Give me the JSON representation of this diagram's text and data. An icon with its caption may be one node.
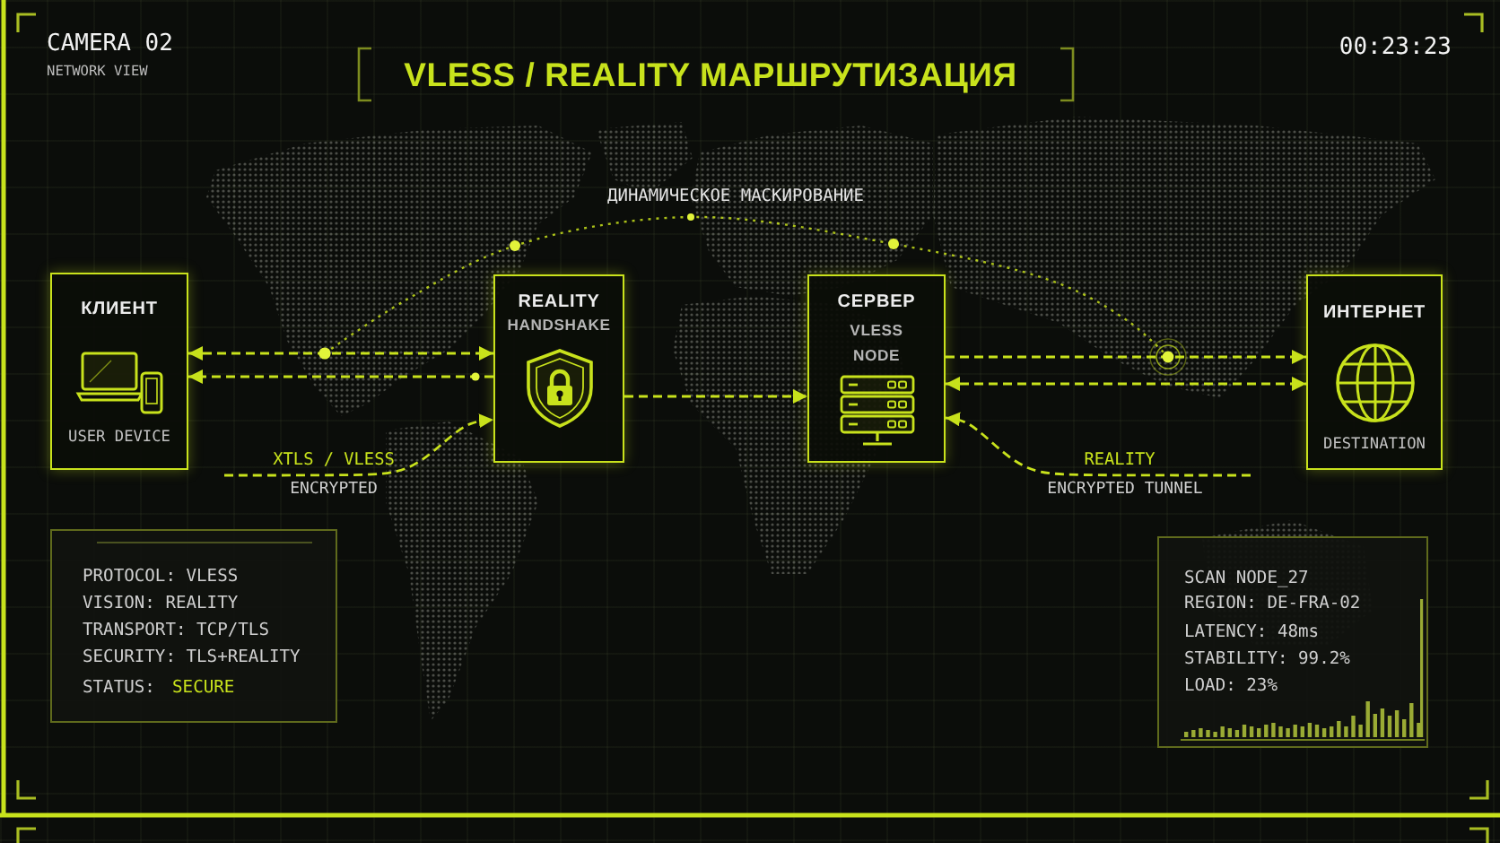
{
  "diagram": {
    "title": "VLESS / REALITY МАРШРУТИЗАЦИЯ",
    "nodes": [
      {
        "text": [
          "КЛИЕНТ",
          "USER DEVICE"
        ]
      },
      {
        "text": [
          "REALITY",
          "HANDSHAKE"
        ]
      },
      {
        "text": [
          "СЕРВЕР",
          "VLESS NODE"
        ]
      },
      {
        "text": [
          "ИНТЕРНЕТ",
          "DESTINATION"
        ]
      },
      {
        "text": [
          "PROTOCOL: VLESS",
          "VISION: REALITY",
          "TRANSPORT: TCP/TLS",
          "SECURITY: TLS+REALITY",
          "STATUS:",
          "SECURE"
        ]
      },
      {
        "text": [
          "SCAN NODE_27",
          "REGION: DE-FRA-02",
          "LATENCY: 48ms",
          "STABILITY: 99.2%",
          "LOAD: 23%"
        ]
      }
    ],
    "edges": [
      {
        "from": 0,
        "to": 1,
        "arrow": "both",
        "style": "dashed"
      },
      {
        "from": 1,
        "to": 0,
        "arrow": "to",
        "style": "dashed"
      },
      {
        "from": null,
        "to": 1,
        "arrow": "to",
        "label": "XTLS / VLESS",
        "style": "dashed"
      },
      {
        "from": 1,
        "to": 2,
        "arrow": "to",
        "style": "dashed"
      },
      {
        "from": 2,
        "to": 3,
        "arrow": "to",
        "style": "dashed"
      },
      {
        "from": 2,
        "to": 3,
        "arrow": "both",
        "style": "dashed"
      },
      {
        "from": null,
        "to": 2,
        "arrow": "to",
        "label": "REALITY",
        "style": "dashed"
      }
    ],
    "labels": [
      "CAMERA 02",
      "NETWORK VIEW",
      "00:23:23",
      "ДИНАМИЧЕСКОЕ МАСКИРОВАНИЕ",
      "ENCRYPTED",
      "ENCRYPTED TUNNEL"
    ]
  }
}
